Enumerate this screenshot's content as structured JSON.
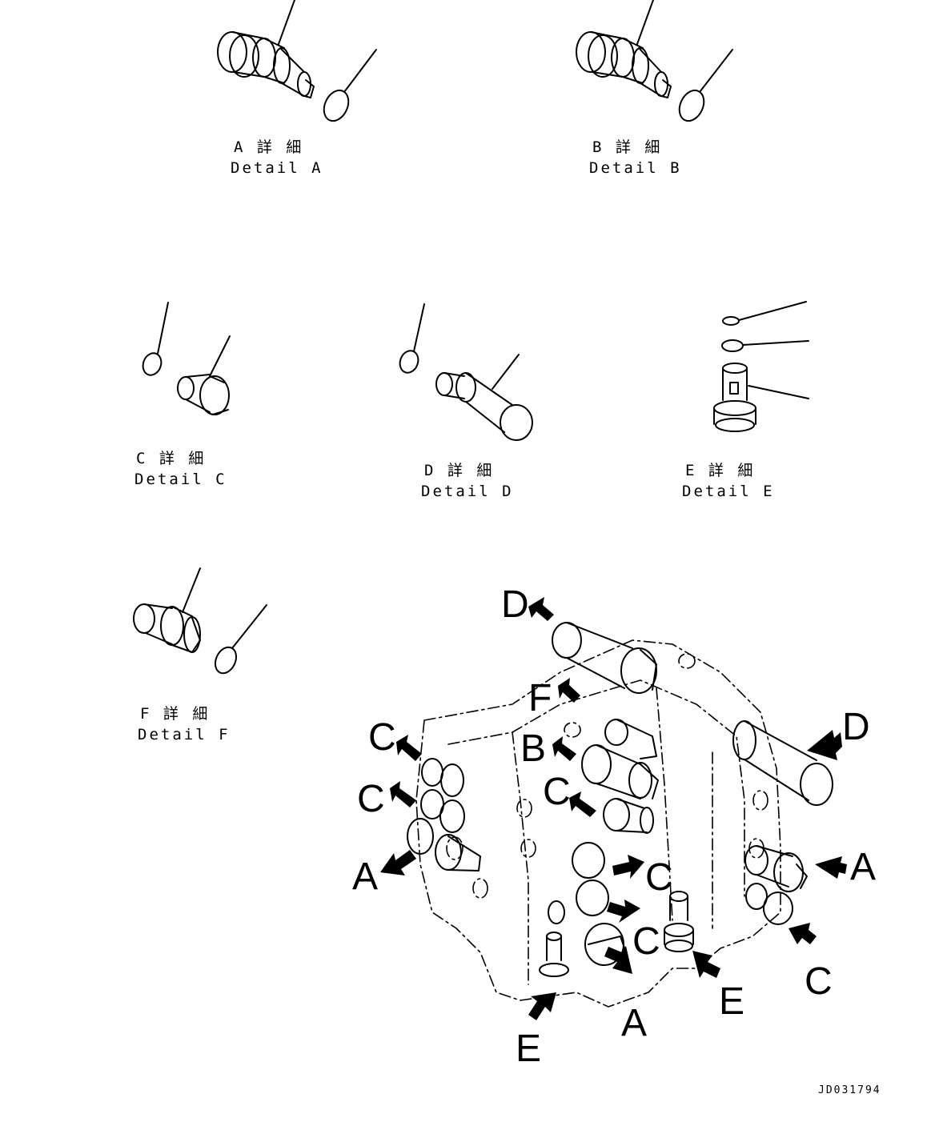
{
  "details": [
    {
      "id": "A",
      "jp": "A 詳 細",
      "en": "Detail A"
    },
    {
      "id": "B",
      "jp": "B 詳 細",
      "en": "Detail B"
    },
    {
      "id": "C",
      "jp": "C 詳 細",
      "en": "Detail C"
    },
    {
      "id": "D",
      "jp": "D 詳 細",
      "en": "Detail D"
    },
    {
      "id": "E",
      "jp": "E 詳 細",
      "en": "Detail E"
    },
    {
      "id": "F",
      "jp": "F 詳 細",
      "en": "Detail F"
    }
  ],
  "callouts": {
    "d_left": "D",
    "d_right": "D",
    "f": "F",
    "b": "B",
    "c_upper_left": "C",
    "c_left": "C",
    "a_left": "A",
    "c_mid": "C",
    "c_center_1": "C",
    "c_center_2": "C",
    "a_right": "A",
    "c_right": "C",
    "e_center": "E",
    "a_bottom": "A",
    "e_bottom": "E"
  },
  "drawing_code": "JD031794"
}
